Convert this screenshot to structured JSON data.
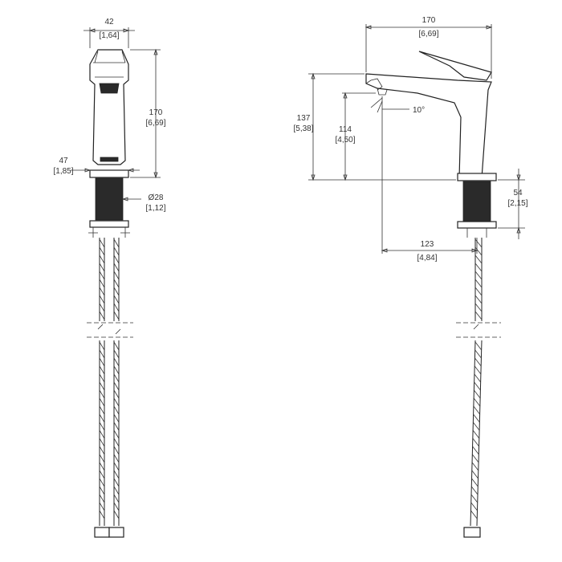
{
  "colors": {
    "line": "#222222",
    "dimension": "#333333",
    "fill_dark": "#2a2a2a",
    "background": "#ffffff"
  },
  "front_view": {
    "width": {
      "mm": "42",
      "inch": "[1,64]"
    },
    "height": {
      "mm": "170",
      "inch": "[6,69]"
    },
    "base": {
      "mm": "47",
      "inch": "[1,85]"
    },
    "shank": {
      "mm": "Ø28",
      "inch": "[1,12]"
    }
  },
  "side_view": {
    "overall_length": {
      "mm": "170",
      "inch": "[6,69]"
    },
    "spout_height": {
      "mm": "137",
      "inch": "[5,38]"
    },
    "outlet_height": {
      "mm": "114",
      "inch": "[4,50]"
    },
    "spout_angle": {
      "label": "10°"
    },
    "shank_length": {
      "mm": "54",
      "inch": "[2,15]"
    },
    "spout_reach": {
      "mm": "123",
      "inch": "[4,84]"
    }
  }
}
